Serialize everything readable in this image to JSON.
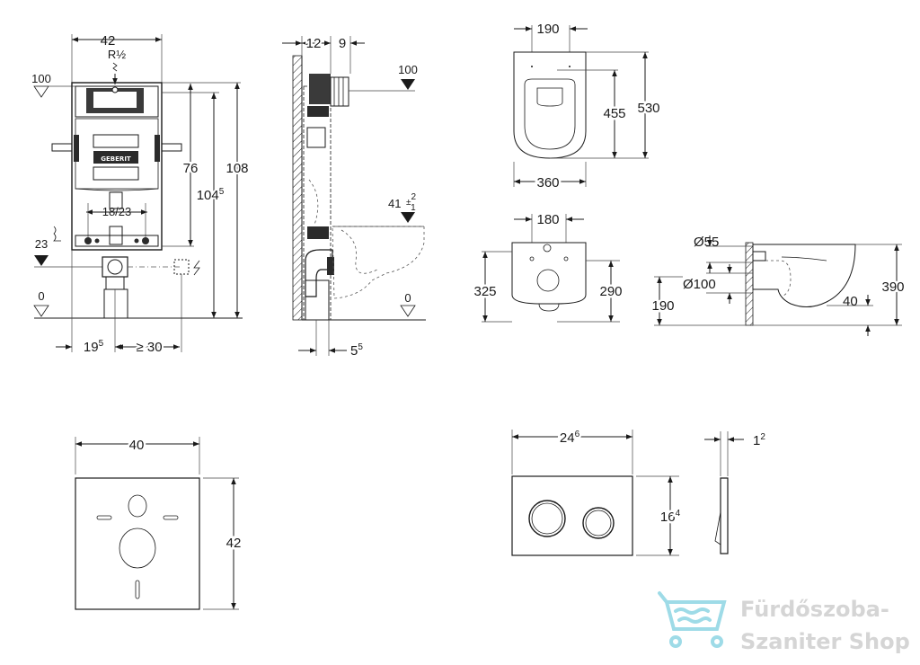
{
  "frame": {
    "dims": {
      "width": "42",
      "pipe": "R½",
      "top_ref": "100",
      "flush_h": "76",
      "total_h1": "104",
      "total_h1_sup": "5",
      "total_h": "108",
      "spacing": "18/23",
      "outlet": "23",
      "floor": "0",
      "offset": "19",
      "offset_sup": "5",
      "clearance": "≥ 30"
    },
    "brand": "GEBERIT"
  },
  "side": {
    "dims": {
      "depth_a": "12",
      "depth_b": "9",
      "top_ref": "100",
      "seat": "41",
      "tol_plus": "2",
      "tol_minus": "1",
      "floor": "0",
      "bottom": "5",
      "bottom_sup": "5"
    }
  },
  "bowl_top": {
    "dims": {
      "top_w": "190",
      "inner_l": "455",
      "total_l": "530",
      "width": "360"
    }
  },
  "bowl_front": {
    "dims": {
      "top_w": "180",
      "left_h": "325",
      "right_h": "290"
    }
  },
  "bowl_side": {
    "dims": {
      "d55": "Ø55",
      "d100": "Ø100",
      "h190": "190",
      "h40": "40",
      "h390": "390"
    }
  },
  "pad": {
    "dims": {
      "width": "40",
      "height": "42"
    }
  },
  "plate": {
    "dims": {
      "width": "24",
      "width_sup": "6",
      "height": "16",
      "height_sup": "4",
      "thick": "1",
      "thick_sup": "2"
    }
  },
  "watermark": {
    "line1": "Fürdőszoba-",
    "line2": "Szaniter Shop",
    "color": "#7ecfe0"
  }
}
